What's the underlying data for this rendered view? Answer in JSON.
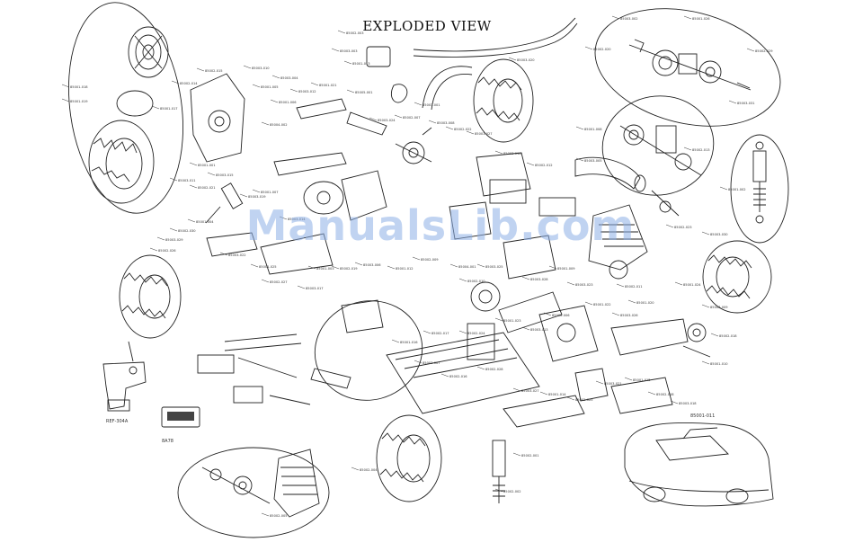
{
  "header": {
    "title": "EXPLODED VIEW"
  },
  "watermark": {
    "text": "ManualsLib.com"
  },
  "labels": {
    "transmitter": "REF-304A",
    "receiver": "8A78",
    "body": "85001-011"
  },
  "part_callouts": [
    "85001-018",
    "85001-019",
    "85001-017",
    "85002-014",
    "85002-015",
    "85003-010",
    "85003-004",
    "85001-005",
    "85001-006",
    "85004-002",
    "85003-012",
    "85001-021",
    "85002-003",
    "85003-003",
    "85001-013",
    "85005-001",
    "85003-024",
    "85002-007",
    "85003-001",
    "85003-008",
    "85002-022",
    "85001-027",
    "85003-020",
    "85003-016",
    "85002-012",
    "85001-001",
    "85003-015",
    "85003-011",
    "85002-021",
    "85003-019",
    "85001-007",
    "85003-014",
    "85001-004",
    "85002-030",
    "85003-029",
    "85002-026",
    "85003-022",
    "85001-025",
    "85002-027",
    "85003-017",
    "85001-003",
    "85002-019",
    "85003-006",
    "85001-012",
    "85002-009",
    "85004-001",
    "85003-025",
    "85002-010",
    "85003-028",
    "85001-009",
    "85003-023",
    "85002-011",
    "85001-020",
    "85003-026",
    "85001-022",
    "85002-006",
    "85003-013",
    "85001-023",
    "85002-024",
    "85002-017",
    "85001-016",
    "85003-007",
    "85002-016",
    "85002-028",
    "85003-027",
    "85001-014",
    "85002-025",
    "85003-021",
    "85001-015",
    "85002-008",
    "85003-018",
    "85001-010",
    "85002-018",
    "85003-009",
    "85001-024",
    "85002-023",
    "85003-030",
    "85001-002",
    "85002-013",
    "85003-005",
    "85001-008",
    "85002-020",
    "85003-002",
    "85001-026",
    "85002-029",
    "85003-031",
    "85002-001",
    "85002-002",
    "85002-004",
    "85002-005"
  ]
}
